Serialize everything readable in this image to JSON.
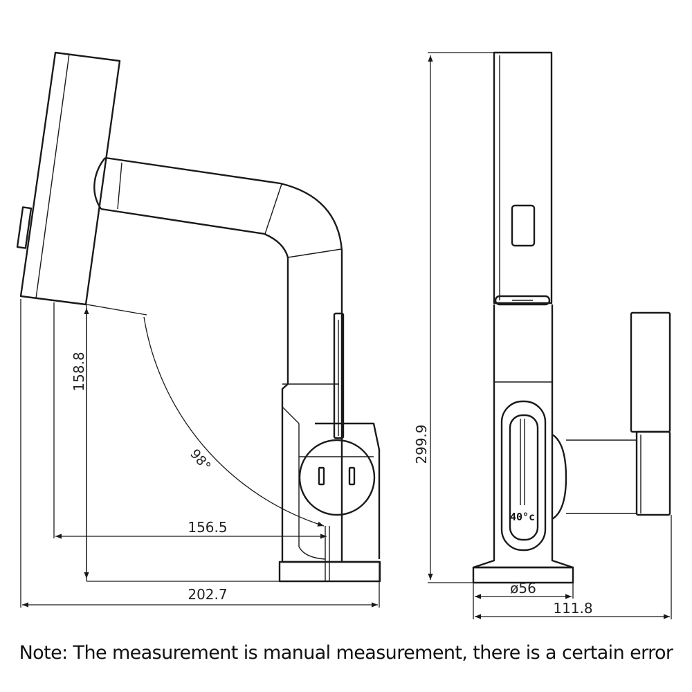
{
  "diagram": {
    "side_view": {
      "height_label": "158.8",
      "reach_label": "156.5",
      "width_label": "202.7",
      "angle_label": "98°"
    },
    "front_view": {
      "height_label": "299.9",
      "base_diameter_label": "ø56",
      "depth_label": "111.8",
      "display_reading": "40°c"
    }
  },
  "note": "Note: The measurement is manual measurement, there is a certain error"
}
